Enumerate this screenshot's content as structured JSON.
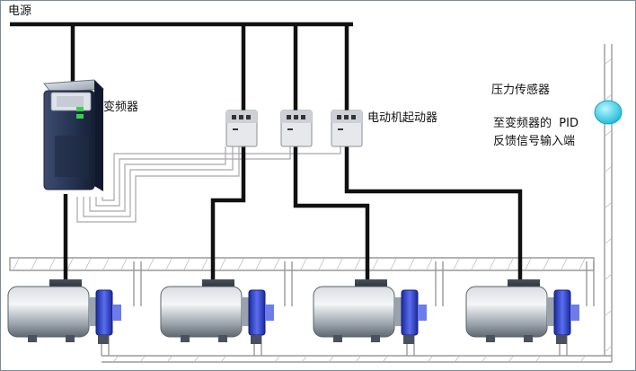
{
  "labels": {
    "power": "电源",
    "inverter": "变频器",
    "starter": "电动机起动器",
    "sensor": "压力传感器",
    "feedback_line1": "至变频器的  PID",
    "feedback_line2": "反馈信号输入端"
  },
  "colors": {
    "wire": "#111111",
    "pipe": "#9a9a9a",
    "sensor": "#3fd6ea",
    "pump_blue": "#2b3fc4",
    "inverter_body": "#2a3a5a",
    "led": "#38d24a"
  },
  "components": {
    "motor_pumps": 4,
    "starters": 3,
    "inverters": 1,
    "sensors": 1
  }
}
